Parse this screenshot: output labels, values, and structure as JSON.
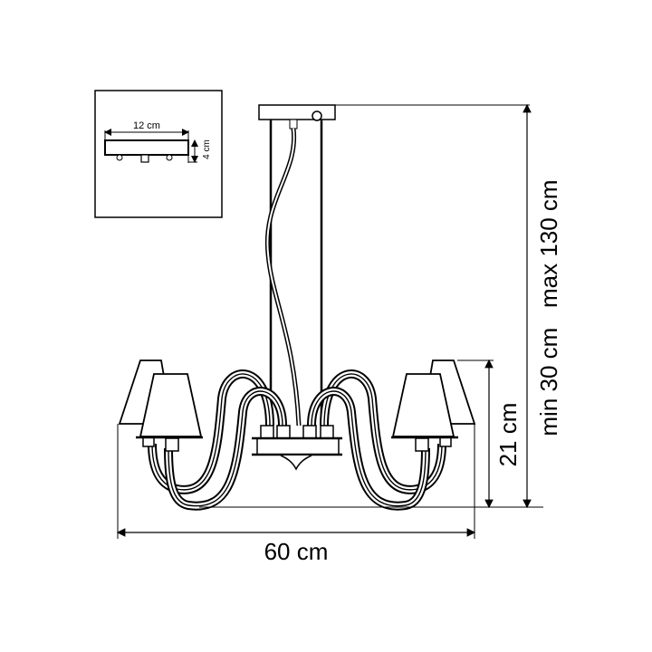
{
  "drawing": {
    "inset": {
      "width_label": "12 cm",
      "height_label": "4 cm"
    },
    "dimensions": {
      "width_label": "60 cm",
      "body_height_label": "21 cm",
      "suspension_label": "min 30 cm   max 130 cm"
    }
  }
}
